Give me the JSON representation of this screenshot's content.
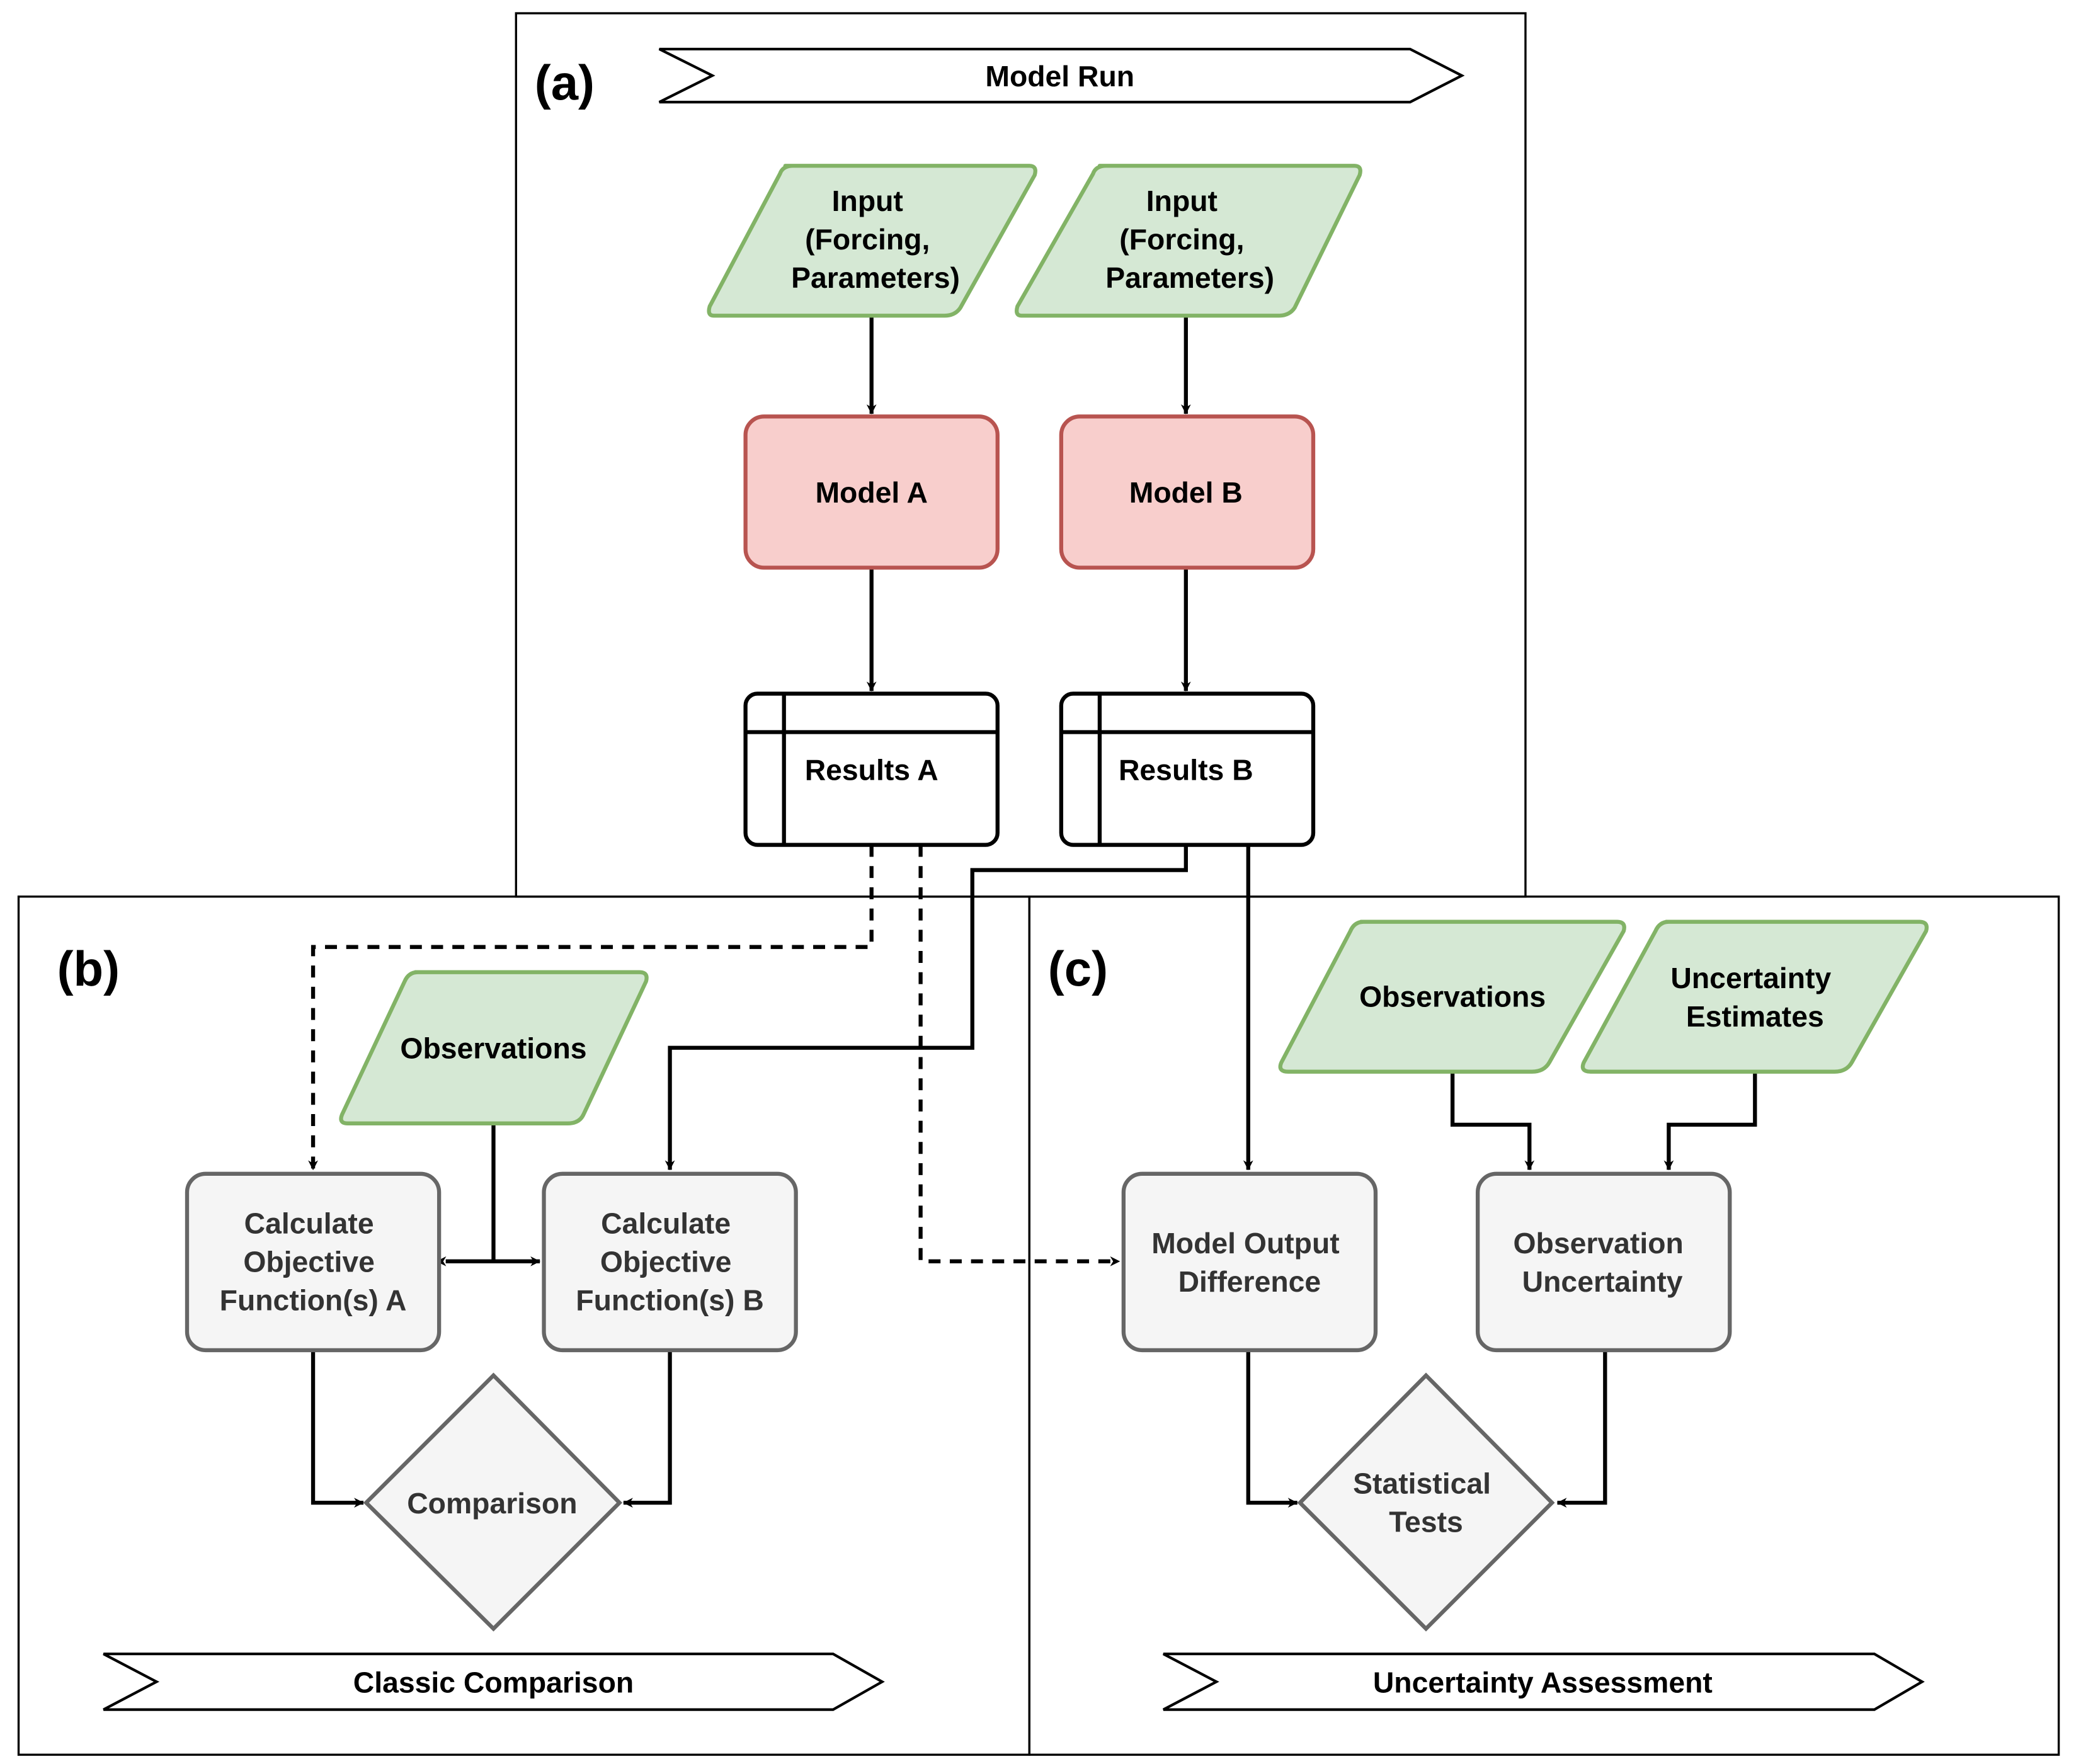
{
  "panels": {
    "a": {
      "label": "(a)",
      "banner": "Model  Run"
    },
    "b": {
      "label": "(b)",
      "banner": "Classic  Comparison"
    },
    "c": {
      "label": "(c)",
      "banner": "Uncertainty  Assessment"
    }
  },
  "nodes": {
    "input_a": [
      "Input",
      "(Forcing,",
      "Parameters)"
    ],
    "input_b": [
      "Input",
      "(Forcing,",
      "Parameters)"
    ],
    "model_a": "Model A",
    "model_b": "Model B",
    "results_a": "Results A",
    "results_b": "Results B",
    "observations_b": "Observations",
    "calc_a": [
      "Calculate",
      "Objective",
      "Function(s) A"
    ],
    "calc_b": [
      "Calculate",
      "Objective",
      "Function(s) B"
    ],
    "comparison": "Comparison",
    "observations_c": "Observations",
    "uncertainty_estimates": [
      "Uncertainty",
      "Estimates"
    ],
    "model_output_difference": [
      "Model Output",
      "Difference"
    ],
    "observation_uncertainty": [
      "Observation",
      "Uncertainty"
    ],
    "statistical_tests": [
      "Statistical",
      "Tests"
    ]
  },
  "colors": {
    "input_fill": "#d5e8d4",
    "input_stroke": "#82b366",
    "model_fill": "#f8cecc",
    "model_stroke": "#b85450",
    "process_fill": "#f5f5f5",
    "process_stroke": "#666666"
  }
}
